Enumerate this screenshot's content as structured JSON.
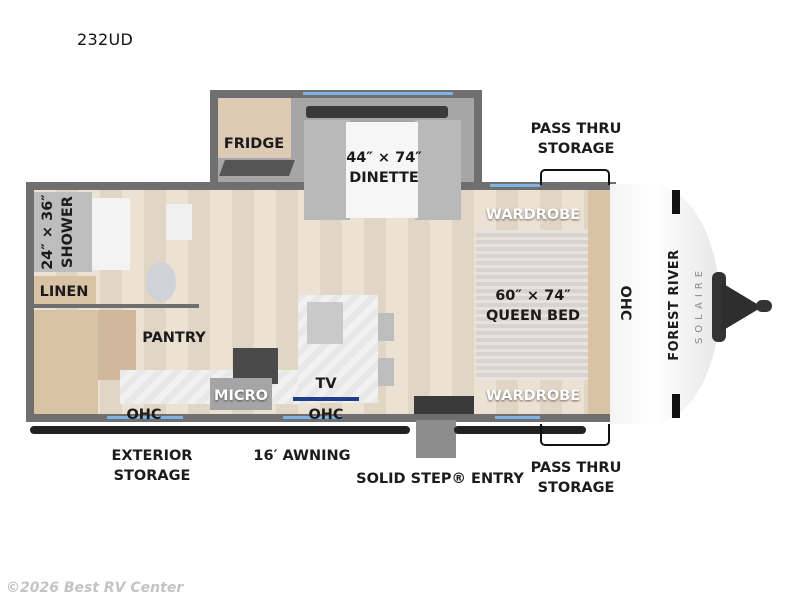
{
  "header": {
    "model_title": "232UD"
  },
  "floorplan": {
    "rooms": {
      "fridge": "FRIDGE",
      "dinette": [
        "44″ × 74″",
        "DINETTE"
      ],
      "shower": [
        "24″ × 36″",
        "SHOWER"
      ],
      "linen": "LINEN",
      "pantry": "PANTRY",
      "micro": "MICRO",
      "tv": "TV",
      "ohc_left": "OHC",
      "ohc_center": "OHC",
      "ohc_front": "OHC",
      "wardrobe_top": "WARDROBE",
      "wardrobe_bottom": "WARDROBE",
      "queen_bed": [
        "60″ × 74″",
        "QUEEN BED"
      ]
    },
    "exterior": {
      "pass_thru_top": [
        "PASS THRU",
        "STORAGE"
      ],
      "pass_thru_bottom": [
        "PASS THRU",
        "STORAGE"
      ],
      "exterior_storage": [
        "EXTERIOR",
        "STORAGE"
      ],
      "awning": "16′ AWNING",
      "entry": "SOLID STEP® ENTRY"
    },
    "branding": {
      "brand": "FOREST RIVER",
      "series": "SOLAIRE"
    }
  },
  "footer": {
    "copyright": "©2026 Best RV Center"
  },
  "colors": {
    "wall": "#6f6f6f",
    "floor": "#e8dccb",
    "window": "#7db2e3",
    "cabinet": "#d9c3a5"
  }
}
